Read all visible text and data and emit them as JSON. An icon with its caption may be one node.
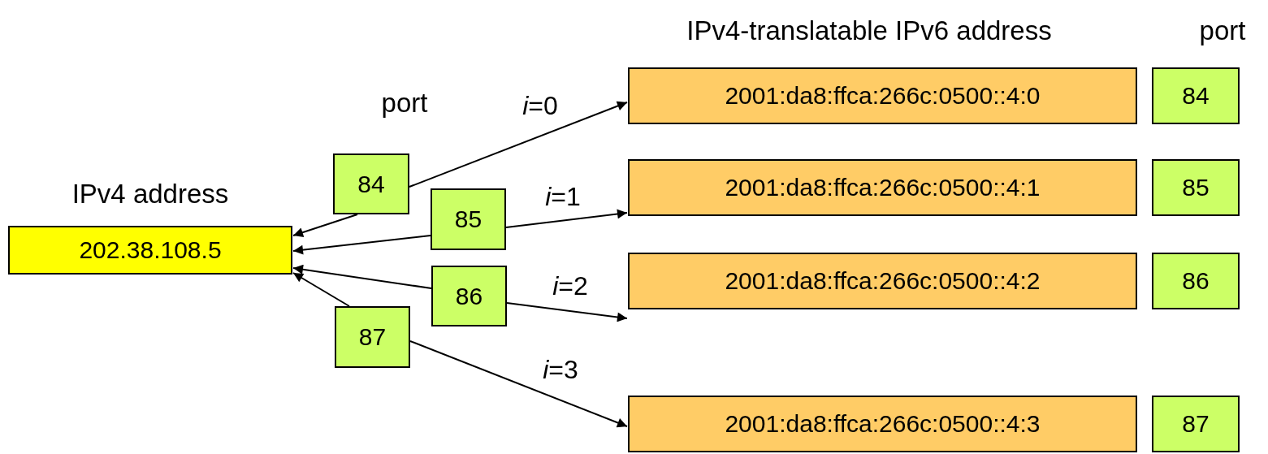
{
  "diagram": {
    "nodes": [
      {
        "text": [
          "IPv4 address",
          "202.38.108.5"
        ]
      },
      {
        "text": [
          "84"
        ]
      },
      {
        "text": [
          "85"
        ]
      },
      {
        "text": [
          "86"
        ]
      },
      {
        "text": [
          "87"
        ]
      },
      {
        "text": [
          "2001:da8:ffca:266c:0500::4:0"
        ]
      },
      {
        "text": [
          "2001:da8:ffca:266c:0500::4:1"
        ]
      },
      {
        "text": [
          "2001:da8:ffca:266c:0500::4:2"
        ]
      },
      {
        "text": [
          "2001:da8:ffca:266c:0500::4:3"
        ]
      },
      {
        "text": [
          "84"
        ]
      },
      {
        "text": [
          "85"
        ]
      },
      {
        "text": [
          "86"
        ]
      },
      {
        "text": [
          "87"
        ]
      }
    ],
    "edges": [
      {
        "from": 1,
        "to": 0,
        "arrow": "to"
      },
      {
        "from": 1,
        "to": 5,
        "arrow": "to",
        "label": "*i*=0"
      },
      {
        "from": 2,
        "to": 0,
        "arrow": "to"
      },
      {
        "from": 2,
        "to": 6,
        "arrow": "to",
        "label": "*i*=1"
      },
      {
        "from": 3,
        "to": 0,
        "arrow": "to"
      },
      {
        "from": 3,
        "to": 7,
        "arrow": "to",
        "label": "*i*=2"
      },
      {
        "from": 4,
        "to": 0,
        "arrow": "to"
      },
      {
        "from": 4,
        "to": 8,
        "arrow": "to",
        "label": "*i*=3"
      }
    ],
    "labels": [
      "IPv4-translatable IPv6 address",
      "port",
      "port"
    ]
  }
}
